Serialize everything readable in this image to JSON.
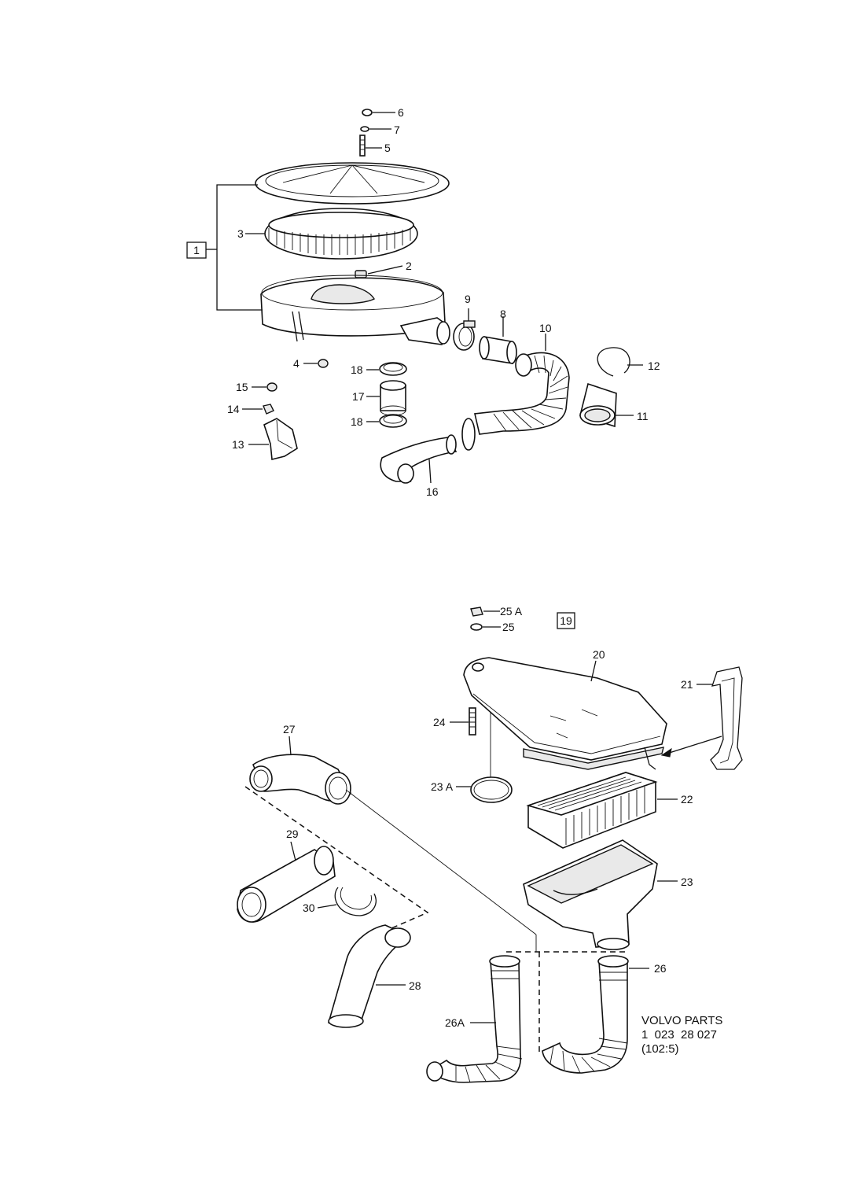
{
  "diagram": {
    "callouts_upper": {
      "c1": "1",
      "c2": "2",
      "c3": "3",
      "c4": "4",
      "c5": "5",
      "c6": "6",
      "c7": "7",
      "c8": "8",
      "c9": "9",
      "c10": "10",
      "c11": "11",
      "c12": "12",
      "c13": "13",
      "c14": "14",
      "c15": "15",
      "c16": "16",
      "c17": "17",
      "c18a": "18",
      "c18b": "18"
    },
    "callouts_lower": {
      "c19": "19",
      "c20": "20",
      "c21": "21",
      "c22": "22",
      "c23": "23",
      "c23a": "23 A",
      "c24": "24",
      "c25": "25",
      "c25a": "25 A",
      "c26": "26",
      "c26a": "26A",
      "c27": "27",
      "c28": "28",
      "c29": "29",
      "c30": "30"
    },
    "reference": {
      "line1": "VOLVO PARTS",
      "line2": "1  023  28 027",
      "line3": "(102:5)"
    }
  }
}
